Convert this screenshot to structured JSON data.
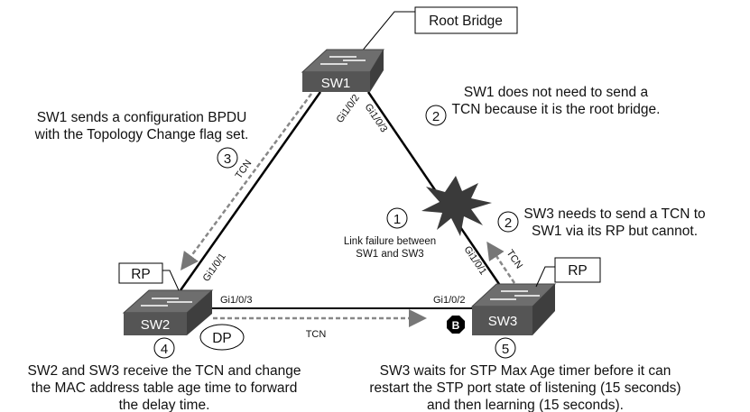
{
  "switches": {
    "sw1": "SW1",
    "sw2": "SW2",
    "sw3": "SW3"
  },
  "labels": {
    "root_bridge": "Root Bridge",
    "rp_sw2": "RP",
    "rp_sw3": "RP",
    "dp": "DP",
    "blocked": "B",
    "tcn_left": "TCN",
    "tcn_bottom": "TCN",
    "tcn_right": "TCN"
  },
  "ports": {
    "sw1_left": "Gi1/0/2",
    "sw1_right": "Gi1/0/3",
    "sw2_up": "Gi1/0/1",
    "sw2_right": "Gi1/0/3",
    "sw3_left": "Gi1/0/2",
    "sw3_up": "Gi1/0/1"
  },
  "steps": {
    "s1": {
      "num": "1",
      "lines": [
        "Link failure between",
        "SW1 and SW3"
      ]
    },
    "s2a": {
      "num": "2",
      "lines": [
        "SW1 does not need to send a",
        "TCN because it is the root bridge."
      ]
    },
    "s2b": {
      "num": "2",
      "lines": [
        "SW3 needs to send a TCN to",
        "SW1 via its RP but cannot."
      ]
    },
    "s3": {
      "num": "3",
      "lines": [
        "SW1 sends a configuration BPDU",
        "with the Topology Change flag set."
      ]
    },
    "s4": {
      "num": "4",
      "lines": [
        "SW2 and SW3 receive the TCN and change",
        "the MAC address table age time to forward",
        "the delay time."
      ]
    },
    "s5": {
      "num": "5",
      "lines": [
        "SW3 waits for STP Max Age timer before it can",
        "restart the STP port state of listening (15 seconds)",
        "and then learning (15 seconds)."
      ]
    }
  },
  "colors": {
    "switch_front": "#555555",
    "switch_top": "#6e6e6e",
    "dashed": "#888888",
    "burst": "#3a3a3a"
  }
}
